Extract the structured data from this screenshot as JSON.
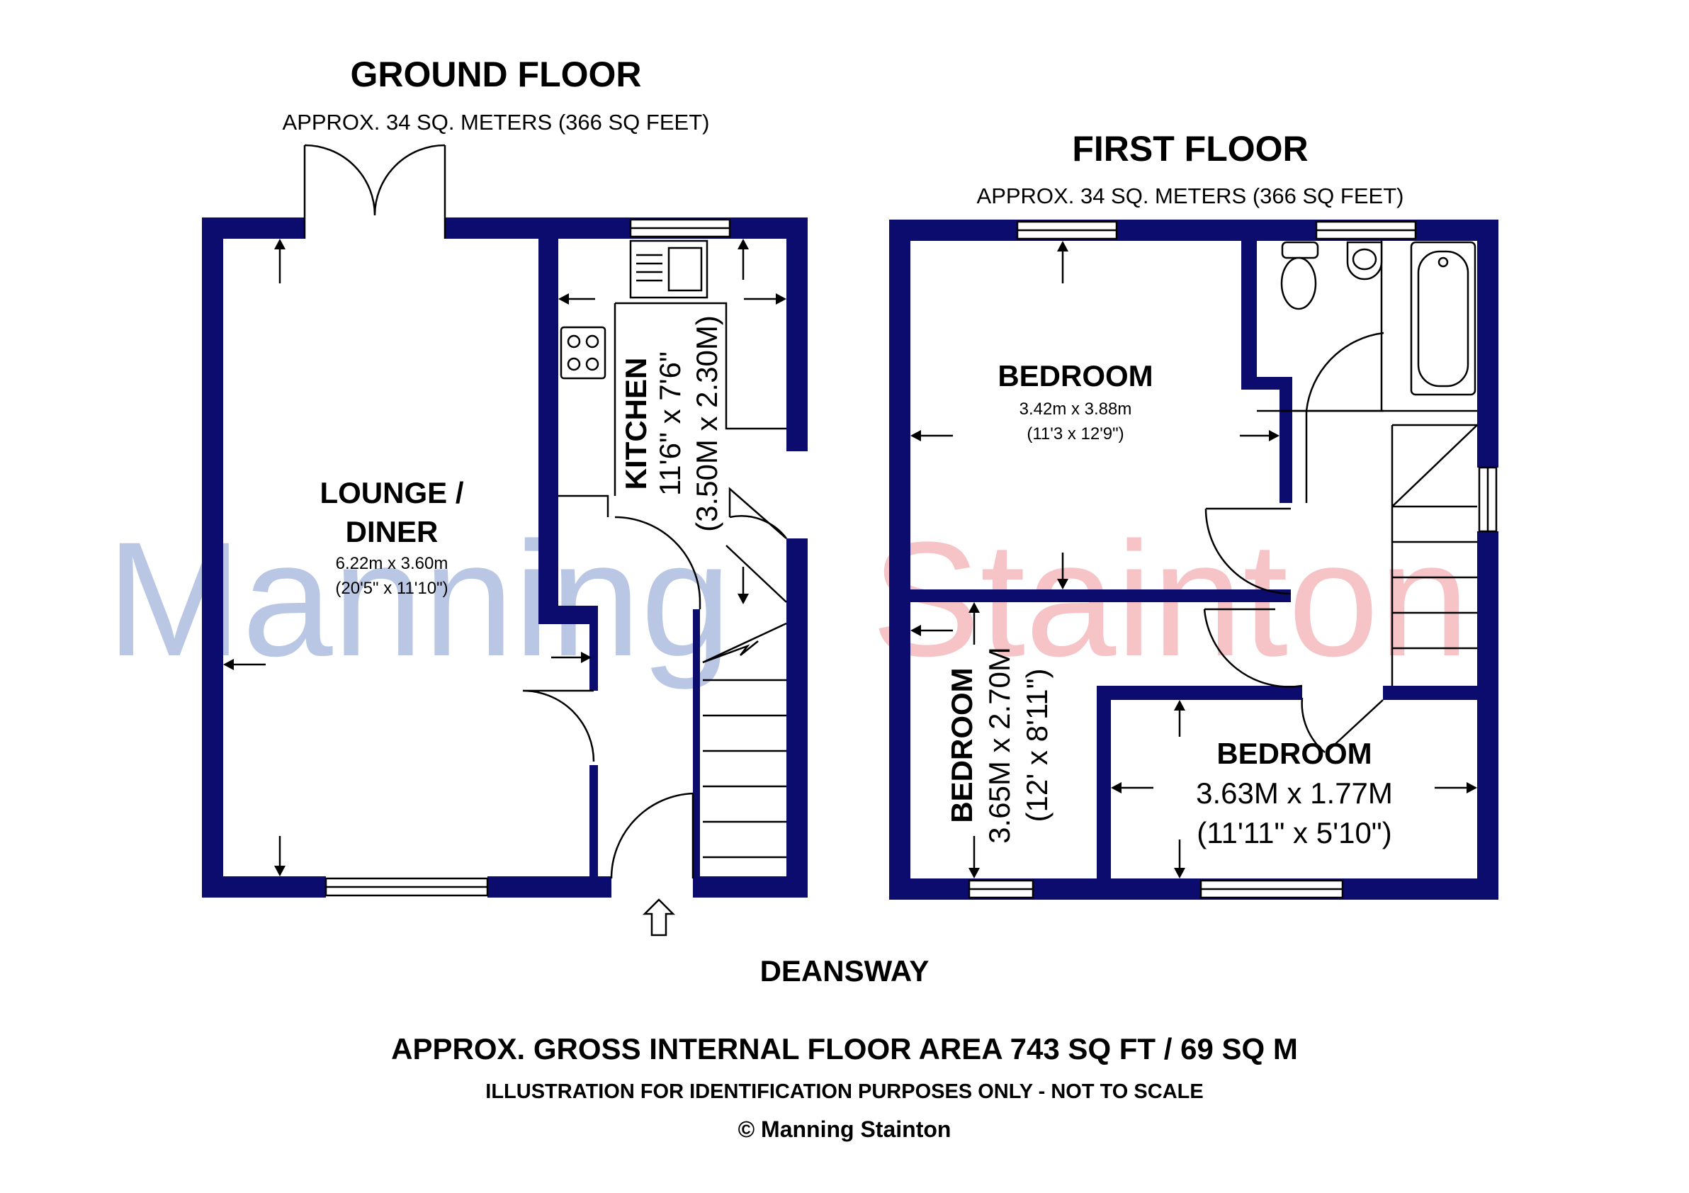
{
  "watermark": {
    "part1": "Manning",
    "part2": "Stainton",
    "color1": "#b9c6e4",
    "color2": "#f6c3c6"
  },
  "ground_floor": {
    "title": "GROUND FLOOR",
    "area": "APPROX. 34 SQ. METERS (366 SQ FEET)",
    "lounge": {
      "name_line1": "LOUNGE /",
      "name_line2": "DINER",
      "dim_metric": "6.22m x 3.60m",
      "dim_imperial": "(20'5\" x 11'10\")"
    },
    "kitchen": {
      "name": "KITCHEN",
      "dim_imperial": "11'6\" x 7'6\"",
      "dim_metric": "(3.50M x 2.30M)"
    }
  },
  "first_floor": {
    "title": "FIRST FLOOR",
    "area": "APPROX. 34 SQ. METERS (366 SQ FEET)",
    "bedroom1": {
      "name": "BEDROOM",
      "dim_metric": "3.42m x 3.88m",
      "dim_imperial": "(11'3 x 12'9\")"
    },
    "bedroom2": {
      "name": "BEDROOM",
      "dim_metric": "3.65M x 2.70M",
      "dim_imperial": "(12' x 8'11\")"
    },
    "bedroom3": {
      "name": "BEDROOM",
      "dim_metric": "3.63M x 1.77M",
      "dim_imperial": "(11'11\" x 5'10\")"
    }
  },
  "street": "DEANSWAY",
  "footer": {
    "gross_area": "APPROX. GROSS INTERNAL FLOOR AREA 743 SQ FT / 69 SQ M",
    "disclaimer": "ILLUSTRATION FOR IDENTIFICATION PURPOSES ONLY - NOT TO SCALE",
    "copyright": "© Manning Stainton"
  },
  "colors": {
    "wall": "#0c0c6e"
  }
}
